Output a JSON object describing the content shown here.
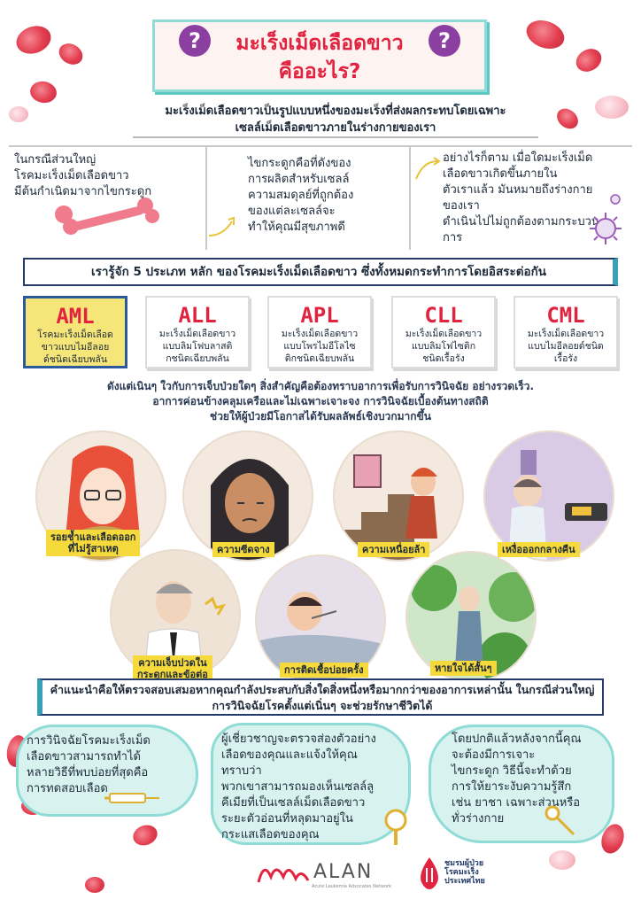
{
  "title": {
    "line1": "มะเร็งเม็ดเลือดขาว",
    "line2": "คืออะไร?",
    "qmark": "?"
  },
  "intro": {
    "line1": "มะเร็งเม็ดเลือดขาวเป็นรูปแบบหนึ่งของมะเร็งที่ส่งผลกระทบโดยเฉพาะ",
    "line2": "เซลล์เม็ดเลือดขาวภายในร่างกายของเรา"
  },
  "columns": [
    {
      "lines": [
        "ในกรณีส่วนใหญ่",
        "โรคมะเร็งเม็ดเลือดขาว",
        "มีต้นกำเนิดมาจากไขกระดูก"
      ]
    },
    {
      "lines": [
        "ไขกระดูกคือที่ดังของ",
        "การผลิตสำหรับเซลล์",
        "ความสมดุลย์ที่ถูกต้อง",
        "ของแต่ละเซลล์จะ",
        "ทำให้คุณมีสุขภาพดี"
      ]
    },
    {
      "lines": [
        "อย่างไรก็ตาม เมื่อใดมะเร็งเม็ด",
        "เลือดขาวเกิดขึ้นภายใน",
        "ตัวเราแล้ว มันหมายถึงร่างกาย",
        "ของเรา",
        "ดำเนินไปไม่ถูกต้องตามกระบวน",
        "การ"
      ]
    }
  ],
  "types_banner": "เรารู้จัก 5 ประเภท หลัก ของโรคมะเร็งเม็ดเลือดขาว ซึ่งทั้งหมดกระทำการโดยอิสระต่อกัน",
  "types": [
    {
      "abbr": "AML",
      "desc": [
        "โรคมะเร็งเม็ดเลือด",
        "ขาวแบบไมอีลอย",
        "ด์ชนิดเฉียบพลัน"
      ],
      "active": true
    },
    {
      "abbr": "ALL",
      "desc": [
        "มะเร็งเม็ดเลือดขาว",
        "แบบลิมโฟบลาสติ",
        "กชนิดเฉียบพลัน"
      ],
      "active": false
    },
    {
      "abbr": "APL",
      "desc": [
        "มะเร็งเม็ดเลือดขาว",
        "แบบโพรไมอีโลไซ",
        "ติกชนิดเฉียบพลัน"
      ],
      "active": false
    },
    {
      "abbr": "CLL",
      "desc": [
        "มะเร็งเม็ดเลือดขาว",
        "แบบลิมโฟไซติก",
        "ชนิดเรื้อรัง"
      ],
      "active": false
    },
    {
      "abbr": "CML",
      "desc": [
        "มะเร็งเม็ดเลือดขาว",
        "แบบไมอีลอยด์ชนิด",
        "เรื้อรัง"
      ],
      "active": false
    }
  ],
  "paragraph": {
    "line1": "ดังแต่เนินๆ ใวกับการเจ็บป่วยใดๆ สิ่งสำคัญคือต้องทราบอาการเพื่อรับการวินิจฉัย อย่างรวดเร็ว.",
    "line2": "อาการค่อนข้างคลุมเครือและไม่เฉพาะเจาะจง การวินิจฉัยเบื้องต้นทางสถิติ",
    "line3": "ช่วยให้ผู้ป่วยมีโอกาสได้รับผลลัพธ์เชิงบวกมากขึ้น"
  },
  "symptoms": [
    {
      "label": [
        "รอยช้ำและเลือดออก",
        "ที่ไม่รู้สาเหตุ"
      ]
    },
    {
      "label": [
        "ความซีดจาง"
      ]
    },
    {
      "label": [
        "ความเหนื่อยล้า"
      ]
    },
    {
      "label": [
        "เหงื่อออกกลางคืน"
      ]
    },
    {
      "label": [
        "ความเจ็บปวดใน",
        "กระดูกและข้อต่อ"
      ]
    },
    {
      "label": [
        "การติดเชื้อบ่อยครั้ง"
      ]
    },
    {
      "label": [
        "หายใจได้สั้นๆ"
      ]
    }
  ],
  "advice": {
    "line1": "คำแนะนำคือให้ตรวจสอบเสมอหากคุณกำลังประสบกับสิ่งใดสิ่งหนึ่งหรือมากกว่าของอาการเหล่านั้น ในกรณีส่วนใหญ่",
    "line2": "การวินิจฉัยโรคตั้งแต่เนิ่นๆ จะช่วยรักษาชีวิตได้"
  },
  "diagnosis": [
    {
      "lines": [
        "การวินิจฉัยโรคมะเร็งเม็ด",
        "เลือดขาวสามารถทำได้",
        "หลายวิธีที่พบบ่อยที่สุดคือ",
        "การทดสอบเลือด"
      ]
    },
    {
      "lines": [
        "ผู้เชี่ยวชาญจะตรวจส่องตัวอย่าง",
        "เลือดของคุณและแจ้งให้คุณ",
        "ทราบว่า",
        "พวกเขาสามารถมองเห็นเซลล์ลู",
        "คีเมียที่เป็นเซลล์เม็ดเลือดขาว",
        "ระยะตัวอ่อนที่หลุดมาอยู่ใน",
        "กระแสเลือดของคุณ"
      ]
    },
    {
      "lines": [
        "โดยปกติแล้วหลังจากนี้คุณ",
        "จะต้องมีการเจาะ",
        "ไขกระดูก วิธีนี้จะทำด้วย",
        "การให้ยาระงับความรู้สึก",
        "เช่น ยาชา เฉพาะส่วนหรือ",
        "ทั่วร่างกาย"
      ]
    }
  ],
  "footer": {
    "alan": "ALAN",
    "alan_sub": "Acute Leukemia Advocates Network",
    "org_line1": "ชมรมผู้ป่วย",
    "org_line2": "โรคมะเร็ง",
    "org_line3": "ประเทศไทย"
  },
  "colors": {
    "title_red": "#e2233f",
    "accent_teal": "#8fdbd6",
    "navy": "#243a6a",
    "highlight_yellow": "#f6d93a",
    "qmark_purple": "#8b3fa0"
  }
}
